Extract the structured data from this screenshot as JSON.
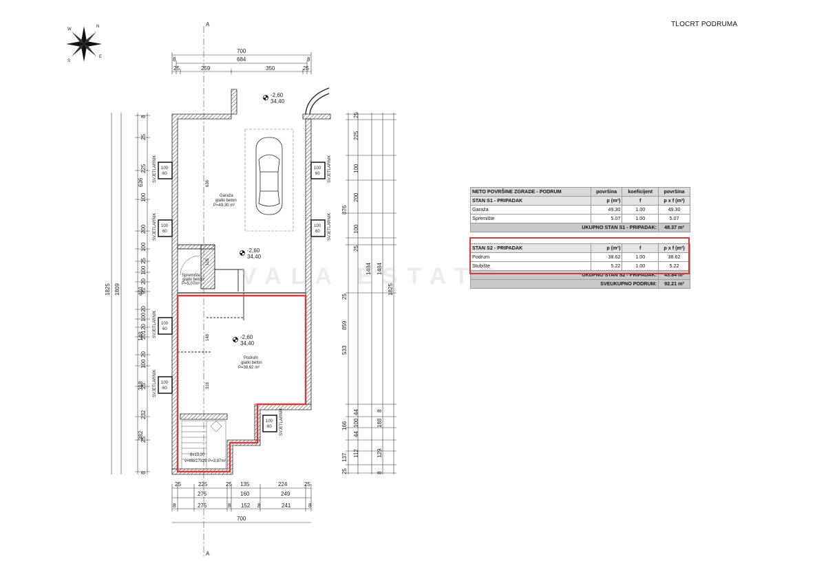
{
  "sheet_title": "TLOCRT PODRUMA",
  "section_marker": "A",
  "compass": {
    "n": "N",
    "e": "E",
    "s": "S",
    "w": "W"
  },
  "dims_top": {
    "overall": "700",
    "inner": "684",
    "d1": "8",
    "d2": "25",
    "d3": "259",
    "d4": "350",
    "d5": "25",
    "d6": "8"
  },
  "dims_bottom": {
    "row1": [
      "25",
      "225",
      "25",
      "135",
      "224",
      "25"
    ],
    "row2": [
      "275",
      "160",
      "249"
    ],
    "row3": [
      "8",
      "275",
      "8",
      "152",
      "8",
      "241",
      "8"
    ],
    "overall": "700"
  },
  "dims_left": {
    "outer": [
      "1825"
    ],
    "second": [
      "1809"
    ],
    "mid": [
      "636",
      "401",
      "148",
      "318",
      "382"
    ],
    "inner": [
      "8",
      "25",
      "225",
      "100",
      "200",
      "100",
      "25",
      "100",
      "20",
      "95",
      "20",
      "100",
      "20",
      "201",
      "20",
      "100",
      "25",
      "232",
      "25",
      "8"
    ]
  },
  "dims_right": {
    "outer": [
      "1825"
    ],
    "second": [
      "1484"
    ],
    "third": [
      "1484"
    ],
    "mid": [
      "876",
      "859",
      "533",
      "166",
      "137"
    ],
    "inner": [
      "25",
      "225",
      "100",
      "200",
      "100",
      "25",
      "25",
      "44",
      "100",
      "44",
      "112",
      "25",
      "8",
      "188",
      "129",
      "8"
    ]
  },
  "rooms": {
    "garage": {
      "name": "Garaža",
      "floor": "glatki beton",
      "area": "P=49,30 m²"
    },
    "storage": {
      "name": "Spremište",
      "floor": "glatki beton",
      "area": "P=5,07m²"
    },
    "basement": {
      "name": "Podrum",
      "floor": "glatki beton",
      "area": "P=38,62 m²"
    },
    "stair": {
      "code": "v=66x17x29 P=3,87m²",
      "steps": "8x13,20"
    }
  },
  "levels": [
    {
      "a": "-2,60",
      "b": "34,40"
    },
    {
      "a": "-2,60",
      "b": "34,40"
    },
    {
      "a": "-2,60",
      "b": "34,40"
    }
  ],
  "light_wells": [
    "SVJETLARNIK",
    "SVJETLARNIK",
    "SVJETLARNIK",
    "SVJETLARNIK",
    "SVJETLARNIK",
    "SVJETLARNIK",
    "SVJETLARNIK"
  ],
  "window_codes": {
    "w": "100",
    "h": "60"
  },
  "interior_dims": {
    "d636": "636",
    "d105": "105",
    "d148": "148",
    "d318": "318"
  },
  "table": {
    "title": "NETO POVRŠINE ZGRADE - PODRUM",
    "col_area": "površina",
    "col_coef": "koeficijent",
    "col_area2": "površina",
    "s1": {
      "header": "STAN S1 - PRIPADAK",
      "h_p": "p (m²)",
      "h_f": "f",
      "h_pf": "p x f (m²)",
      "rows": [
        {
          "name": "Garaža",
          "p": "49.30",
          "f": "1.00",
          "pf": "49.30"
        },
        {
          "name": "Spremište",
          "p": "5.07",
          "f": "1.00",
          "pf": "5.07"
        }
      ],
      "total_label": "UKUPNO STAN S1 - PRIPADAK:",
      "total": "48.37 m²"
    },
    "s2": {
      "header": "STAN S2 - PRIPADAK",
      "h_p": "p (m²)",
      "h_f": "f",
      "h_pf": "p x f (m²)",
      "rows": [
        {
          "name": "Podrum",
          "p": "38.62",
          "f": "1.00",
          "pf": "38.62"
        },
        {
          "name": "Stubište",
          "p": "5.22",
          "f": "1.00",
          "pf": "5.22"
        }
      ],
      "total_label": "UKUPNO STAN S2 - PRIPADAK:",
      "total": "43.84 m²"
    },
    "grand_label": "SVEUKUPNO PODRUM:",
    "grand_total": "92.21 m²"
  },
  "watermark": "VALA ESTATE",
  "colors": {
    "highlight": "#d63a3a",
    "wall": "#333333",
    "table_header": "#d9d9d9"
  }
}
